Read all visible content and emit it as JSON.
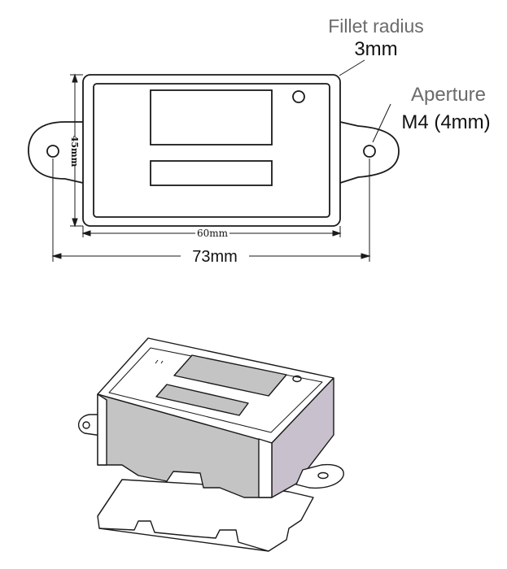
{
  "labels": {
    "fillet_title": "Fillet radius",
    "fillet_value": "3mm",
    "aperture_title": "Aperture",
    "aperture_value": "M4 (4mm)",
    "height_dim": "45mm",
    "inner_width_dim": "60mm",
    "outer_width_dim": "73mm"
  },
  "colors": {
    "line": "#1a1a1a",
    "label_gray": "#6b6b6b",
    "label_black": "#111111",
    "side_face": "#c4c4c4",
    "side_face_right": "#c8c0cc"
  }
}
